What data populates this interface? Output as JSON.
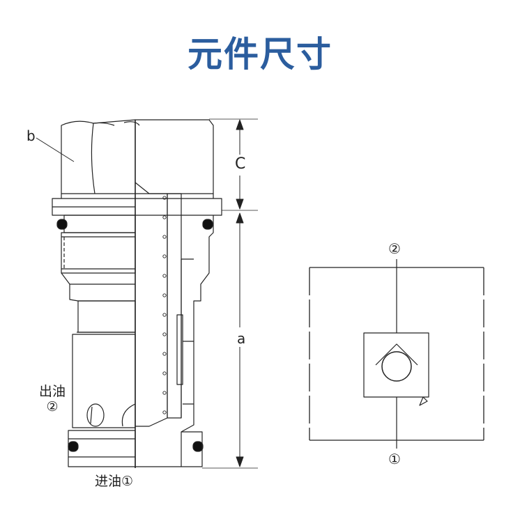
{
  "title": "元件尺寸",
  "colors": {
    "title": "#2b5d9e",
    "line": "#222222"
  },
  "cross_section": {
    "label_b": "b",
    "outlet_label": "出油",
    "outlet_port": "②",
    "inlet_label": "进油①"
  },
  "dimensions": {
    "c": "C",
    "a": "a"
  },
  "symbol": {
    "port_top": "②",
    "port_bottom": "①"
  }
}
